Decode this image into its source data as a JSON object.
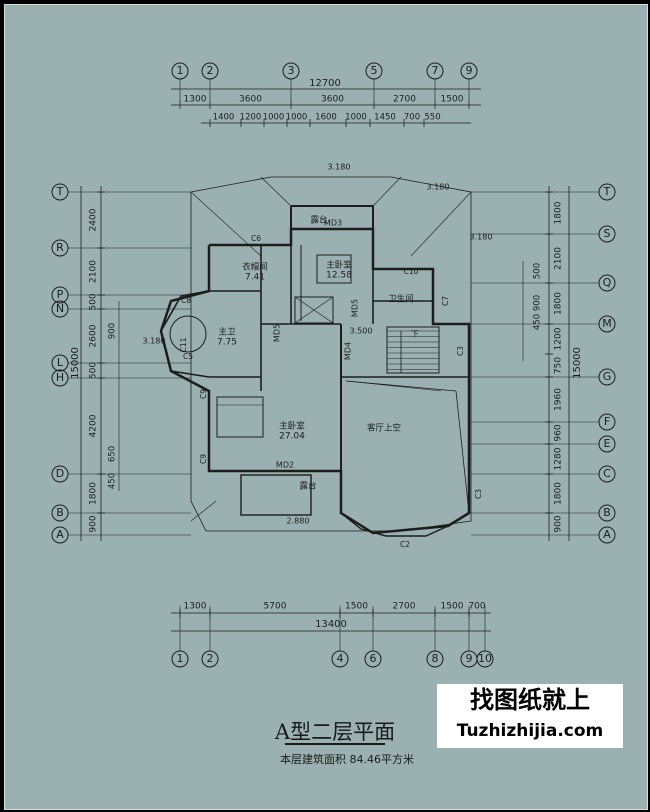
{
  "drawing": {
    "title": "A型二层平面",
    "subtitle": "本层建筑面积 84.46平方米",
    "watermark_cn": "找图纸就上",
    "watermark_en": "Tuzhizhijia.com",
    "colors": {
      "background": "#9bb1b1",
      "lines": "#1d1d1d",
      "watermark_bg": "#ffffff"
    }
  },
  "axes": {
    "top": [
      "1",
      "2",
      "3",
      "5",
      "7",
      "9"
    ],
    "bottom": [
      "1",
      "2",
      "4",
      "6",
      "8",
      "9",
      "10"
    ],
    "left": [
      "T",
      "R",
      "P",
      "N",
      "L",
      "H",
      "D",
      "B",
      "A"
    ],
    "right": [
      "T",
      "S",
      "Q",
      "M",
      "G",
      "F",
      "E",
      "C",
      "B",
      "A"
    ]
  },
  "dimensions": {
    "top_total": "12700",
    "top_row1": [
      "1300",
      "3600",
      "3600",
      "2700",
      "1500"
    ],
    "top_row2": [
      "1400",
      "1200",
      "1000",
      "1000",
      "1600",
      "1000",
      "1450",
      "700",
      "550"
    ],
    "bottom_row": [
      "1300",
      "5700",
      "1500",
      "2700",
      "1500",
      "700"
    ],
    "bottom_total": "13400",
    "left_col": [
      "2400",
      "2100",
      "500",
      "2600",
      "500",
      "4200",
      "1800",
      "900"
    ],
    "left_total": "15000",
    "left_inner": [
      "900",
      "650",
      "450"
    ],
    "right_col": [
      "1800",
      "2100",
      "1800",
      "1200",
      "750",
      "1960",
      "960",
      "1280",
      "1800",
      "900"
    ],
    "right_inner": [
      "500",
      "900",
      "450"
    ],
    "right_total": "15000"
  },
  "rooms": [
    {
      "name": "衣帽间",
      "area": "7.41"
    },
    {
      "name": "主卧室",
      "area": "12.58"
    },
    {
      "name": "卫生间",
      "area": ""
    },
    {
      "name": "主卫",
      "area": "7.75"
    },
    {
      "name": "主卧室",
      "area": "27.04"
    },
    {
      "name": "客厅上空",
      "area": ""
    },
    {
      "name": "露台",
      "area": ""
    },
    {
      "name": "露台",
      "area": ""
    }
  ],
  "labels": {
    "elev_top1": "3.180",
    "elev_top2": "3.180",
    "elev_top3": "3.180",
    "elev_left": "3.180",
    "elev_stair": "3.500",
    "elev_bottom": "2.880",
    "stair_dir": "下",
    "doors": [
      "MD3",
      "MD5",
      "MD5",
      "MD4",
      "MD2"
    ],
    "windows": [
      "C6",
      "C10",
      "C7",
      "C11",
      "C9",
      "C9",
      "C8",
      "C5",
      "C3",
      "C3",
      "C2"
    ]
  }
}
